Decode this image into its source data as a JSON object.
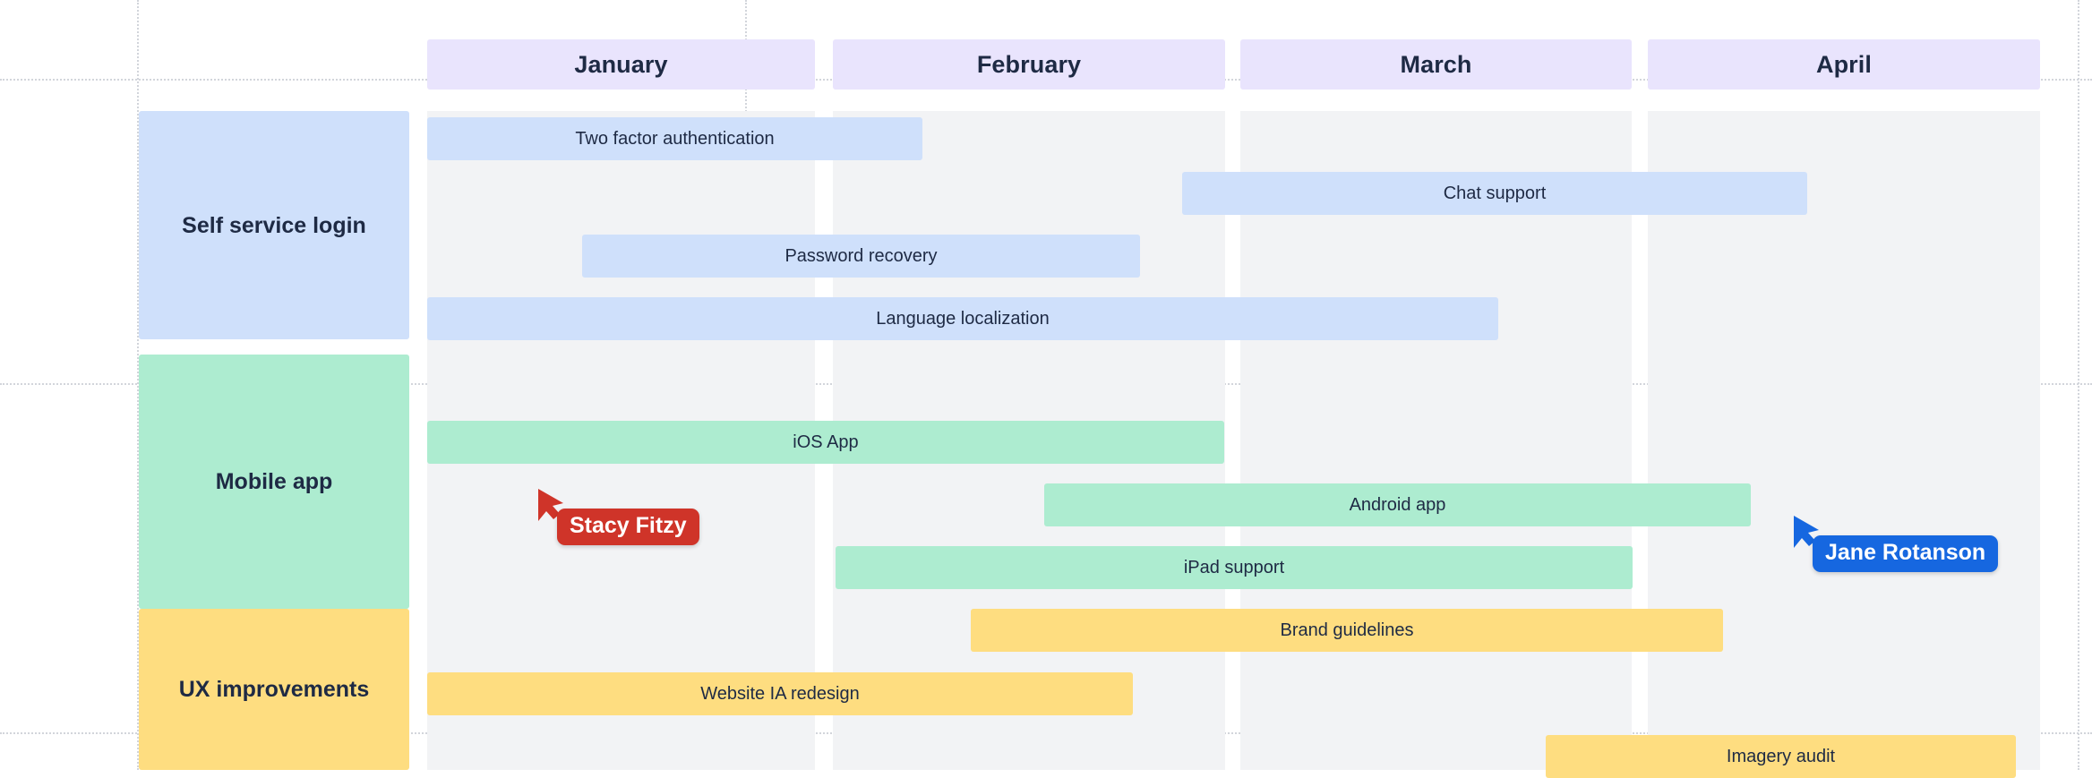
{
  "chart_data": {
    "type": "bar",
    "title": "",
    "xlabel": "",
    "ylabel": "",
    "timeline_months": [
      "January",
      "February",
      "March",
      "April"
    ],
    "groups": [
      {
        "name": "Self service login",
        "color": "#cfe0fb",
        "tasks": [
          {
            "label": "Two factor authentication",
            "start_month": "January",
            "end_month": "February",
            "start": 0.0,
            "end": 1.15
          },
          {
            "label": "Chat support",
            "start_month": "March",
            "end_month": "April",
            "start": 1.95,
            "end": 3.55
          },
          {
            "label": "Password recovery",
            "start_month": "January",
            "end_month": "February",
            "start": 0.36,
            "end": 1.33
          },
          {
            "label": "Language localization",
            "start_month": "January",
            "end_month": "March",
            "start": 0.0,
            "end": 1.95
          }
        ]
      },
      {
        "name": "Mobile app",
        "color": "#adecd0",
        "tasks": [
          {
            "label": "iOS App",
            "start_month": "January",
            "end_month": "February",
            "start": 0.0,
            "end": 1.38
          },
          {
            "label": "Android app",
            "start_month": "February",
            "end_month": "April",
            "start": 1.56,
            "end": 3.35
          },
          {
            "label": "iPad support",
            "start_month": "February",
            "end_month": "March",
            "start": 0.72,
            "end": 2.05
          }
        ]
      },
      {
        "name": "UX improvements",
        "color": "#fedd80",
        "tasks": [
          {
            "label": "Brand guidelines",
            "start_month": "February",
            "end_month": "March",
            "start": 0.95,
            "end": 2.3
          },
          {
            "label": "Website IA redesign",
            "start_month": "January",
            "end_month": "February",
            "start": 0.0,
            "end": 1.24
          },
          {
            "label": "Imagery audit",
            "start_month": "March",
            "end_month": "April",
            "start": 2.85,
            "end": 4.0
          }
        ]
      }
    ]
  },
  "timeline": {
    "months": [
      {
        "label": "January"
      },
      {
        "label": "February"
      },
      {
        "label": "March"
      },
      {
        "label": "April"
      }
    ]
  },
  "groups": [
    {
      "label": "Self service login"
    },
    {
      "label": "Mobile app"
    },
    {
      "label": "UX improvements"
    }
  ],
  "bars": [
    {
      "label": "Two factor authentication"
    },
    {
      "label": "Chat support"
    },
    {
      "label": "Password recovery"
    },
    {
      "label": "Language localization"
    },
    {
      "label": "iOS App"
    },
    {
      "label": "Android app"
    },
    {
      "label": "iPad support"
    },
    {
      "label": "Brand guidelines"
    },
    {
      "label": "Website IA redesign"
    },
    {
      "label": "Imagery audit"
    }
  ],
  "cursors": [
    {
      "name": "Stacy Fitzy",
      "color": "#cf3429"
    },
    {
      "name": "Jane Rotanson",
      "color": "#1667e0"
    }
  ],
  "colors": {
    "month_header_bg": "#e9e4fd",
    "track_bg": "#f2f3f5",
    "group_blue": "#cfe0fb",
    "group_green": "#adecd0",
    "group_yellow": "#fedd80",
    "text": "#1e2a44",
    "guide": "#d2d5db",
    "cursor_red": "#cf3429",
    "cursor_blue": "#1667e0"
  }
}
